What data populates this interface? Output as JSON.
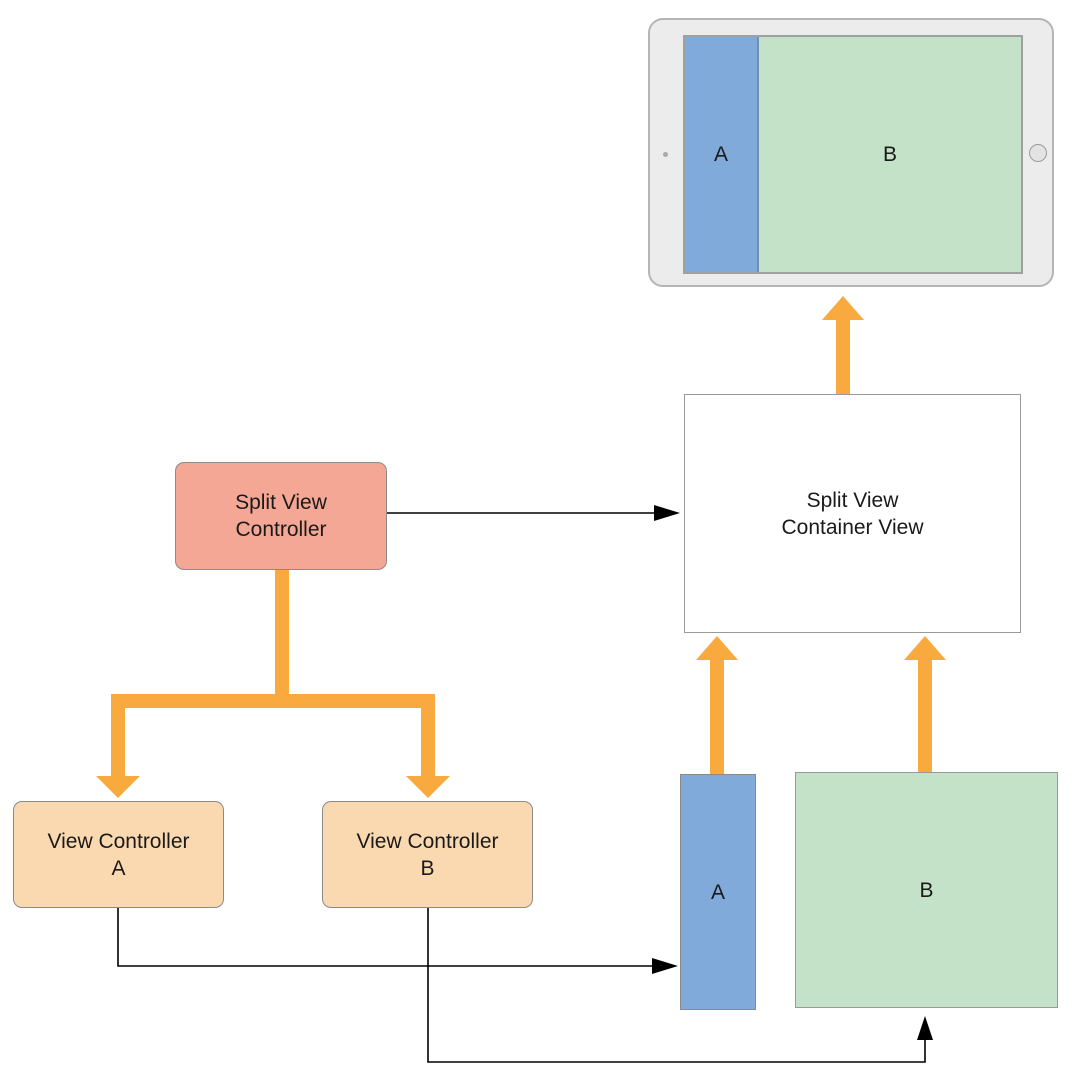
{
  "colors": {
    "arrow_orange": "#f8aa3f",
    "split_controller_fill": "#f4a794",
    "view_controller_fill": "#fbd9b0",
    "view_a_fill": "#80aad9",
    "view_b_fill": "#c3e2c8",
    "device_frame": "#ececec",
    "connector": "#000000"
  },
  "device": {
    "pane_a_label": "A",
    "pane_b_label": "B"
  },
  "nodes": {
    "split_view_controller": {
      "line1": "Split View",
      "line2": "Controller"
    },
    "split_view_container_view": {
      "line1": "Split View",
      "line2": "Container View"
    },
    "view_controller_a": {
      "line1": "View Controller",
      "line2": "A"
    },
    "view_controller_b": {
      "line1": "View Controller",
      "line2": "B"
    },
    "view_a": {
      "label": "A"
    },
    "view_b": {
      "label": "B"
    }
  }
}
